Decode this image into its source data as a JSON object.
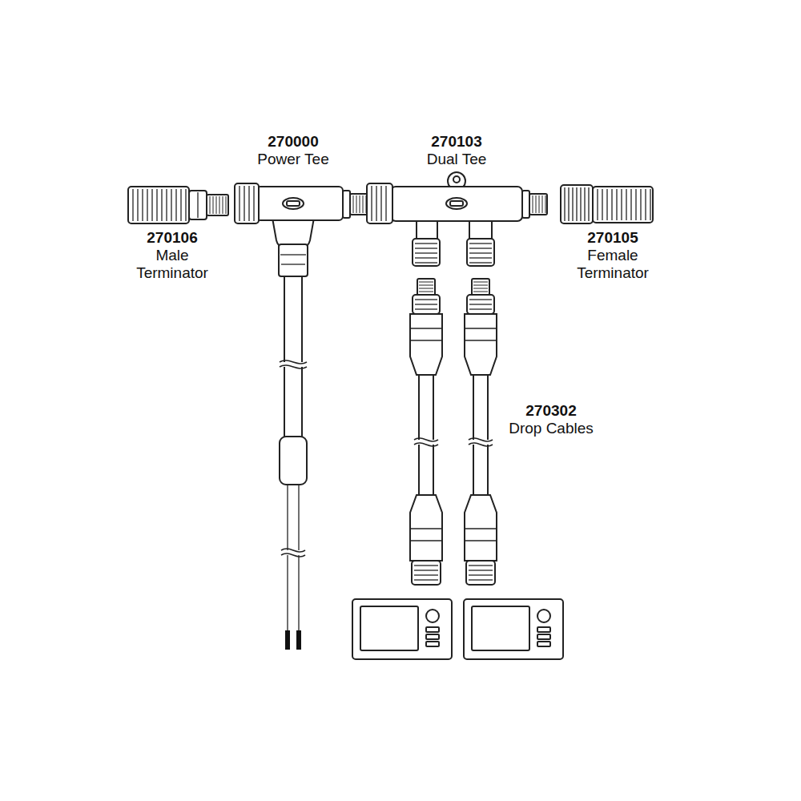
{
  "diagram": {
    "labels": [
      "270000",
      "Power Tee",
      "270103",
      "Dual Tee",
      "270106",
      "Male Terminator",
      "270105",
      "Female Terminator",
      "270302",
      "Drop Cables"
    ]
  }
}
